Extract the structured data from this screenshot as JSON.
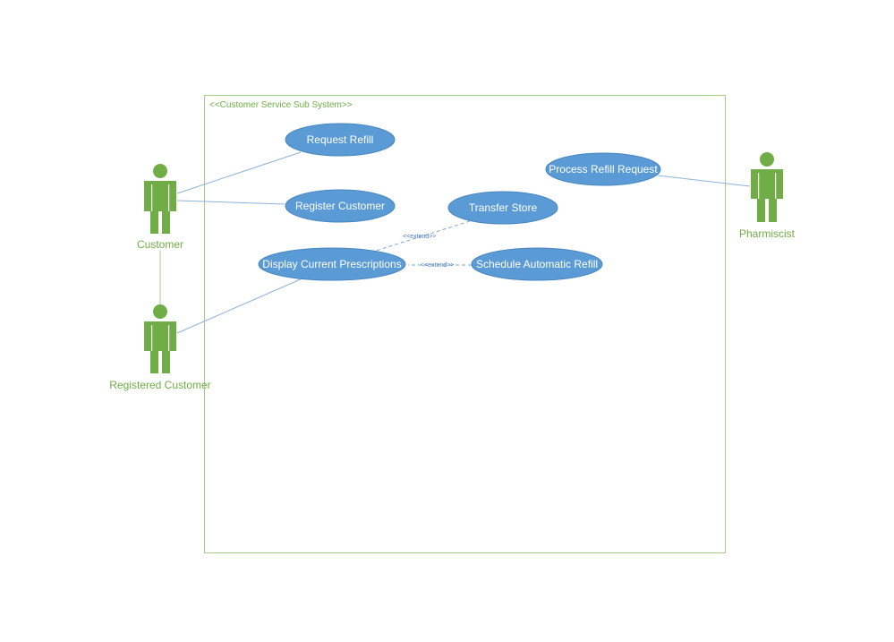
{
  "system": {
    "label": "<<Customer Service Sub System>>"
  },
  "actors": {
    "customer": "Customer",
    "registered_customer": "Registered Customer",
    "pharmacist": "Pharmiscist"
  },
  "use_cases": {
    "request_refill": "Request Refill",
    "register_customer": "Register Customer",
    "transfer_store": "Transfer Store",
    "display_current_prescriptions": "Display Current Prescriptions",
    "schedule_automatic_refill": "Schedule Automatic Refill",
    "process_refill_request": "Process Refill Request"
  },
  "relations": {
    "extend_transfer": "<<extend>>",
    "extend_schedule": "<<extend>>"
  },
  "colors": {
    "actor": "#70ad47",
    "use_case_fill": "#5b9bd5",
    "boundary": "#a9c98a",
    "line": "#8fb3d9"
  }
}
